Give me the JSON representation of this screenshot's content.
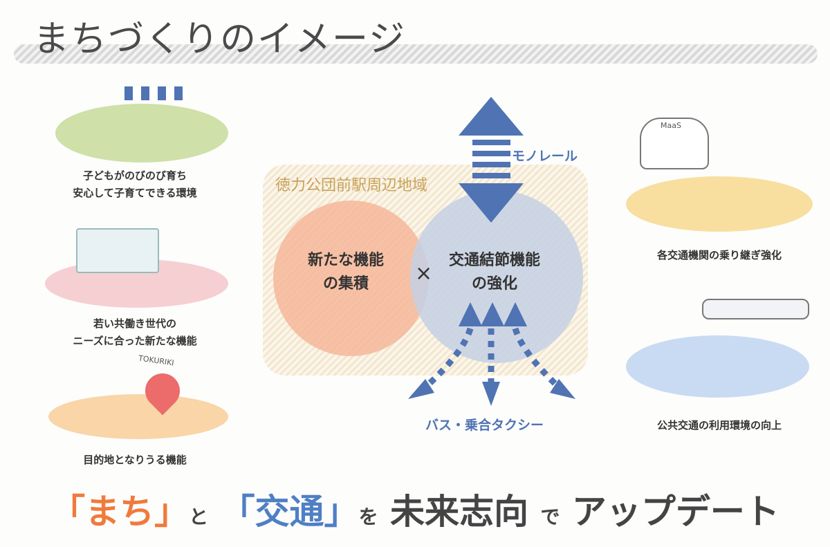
{
  "title": "まちづくりのイメージ",
  "left_items": [
    {
      "caption_lines": [
        "子どもがのびのび育ち",
        "安心して子育てできる環境"
      ]
    },
    {
      "caption_lines": [
        "若い共働き世代の",
        "ニーズに合った新たな機能"
      ]
    },
    {
      "caption_lines": [
        "目的地となりうる機能"
      ],
      "sign": "TOKURIKI"
    }
  ],
  "right_items": [
    {
      "caption_lines": [
        "各交通機関の乗り継ぎ強化"
      ],
      "sign": "MaaS"
    },
    {
      "caption_lines": [
        "公共交通の利用環境の向上"
      ]
    }
  ],
  "diagram": {
    "region_label": "徳力公団前駅周辺地域",
    "left_circle": [
      "新たな機能",
      "の集積"
    ],
    "times": "×",
    "right_circle": [
      "交通結節機能",
      "の強化"
    ],
    "monorail_label": "モノレール",
    "bus_label": "バス・乗合タクシー"
  },
  "tagline": {
    "q1": "「まち」",
    "and": "と",
    "q2": "「交通」",
    "wo": "を",
    "p1": "未来志向",
    "de": "で",
    "p2": "アップデート"
  },
  "colors": {
    "orange": "#f07a3c",
    "blue": "#4f7fc4",
    "arrow": "#4f73b3"
  }
}
